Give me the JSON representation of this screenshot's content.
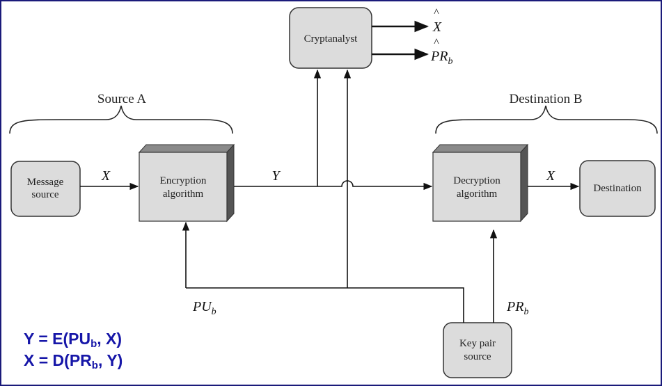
{
  "diagram": {
    "source_label": "Source A",
    "destination_label": "Destination B",
    "nodes": {
      "message_source": [
        "Message",
        "source"
      ],
      "encryption": [
        "Encryption",
        "algorithm"
      ],
      "decryption": [
        "Decryption",
        "algorithm"
      ],
      "destination": "Destination",
      "cryptanalyst": "Cryptanalyst",
      "key_pair_source": [
        "Key pair",
        "source"
      ]
    },
    "edges": {
      "plaintext_in": "X",
      "ciphertext": "Y",
      "plaintext_out": "X",
      "public_key": {
        "base": "PU",
        "sub": "b"
      },
      "private_key": {
        "base": "PR",
        "sub": "b"
      },
      "estimate_x": "X",
      "estimate_pr": {
        "base": "PR",
        "sub": "b"
      },
      "hat": "^"
    }
  },
  "equations": {
    "encrypt": {
      "lhs": "Y = E(PU",
      "sub": "b",
      "rhs": ", X)"
    },
    "decrypt": {
      "lhs": "X = D(PR",
      "sub": "b",
      "rhs": ", Y)"
    }
  },
  "colors": {
    "box_fill": "#dcdcdc",
    "box_shadow_dark": "#555555",
    "box_shadow_light": "#8a8a8a",
    "equation_text": "#1616a8",
    "frame_border": "#1a1a7a"
  }
}
